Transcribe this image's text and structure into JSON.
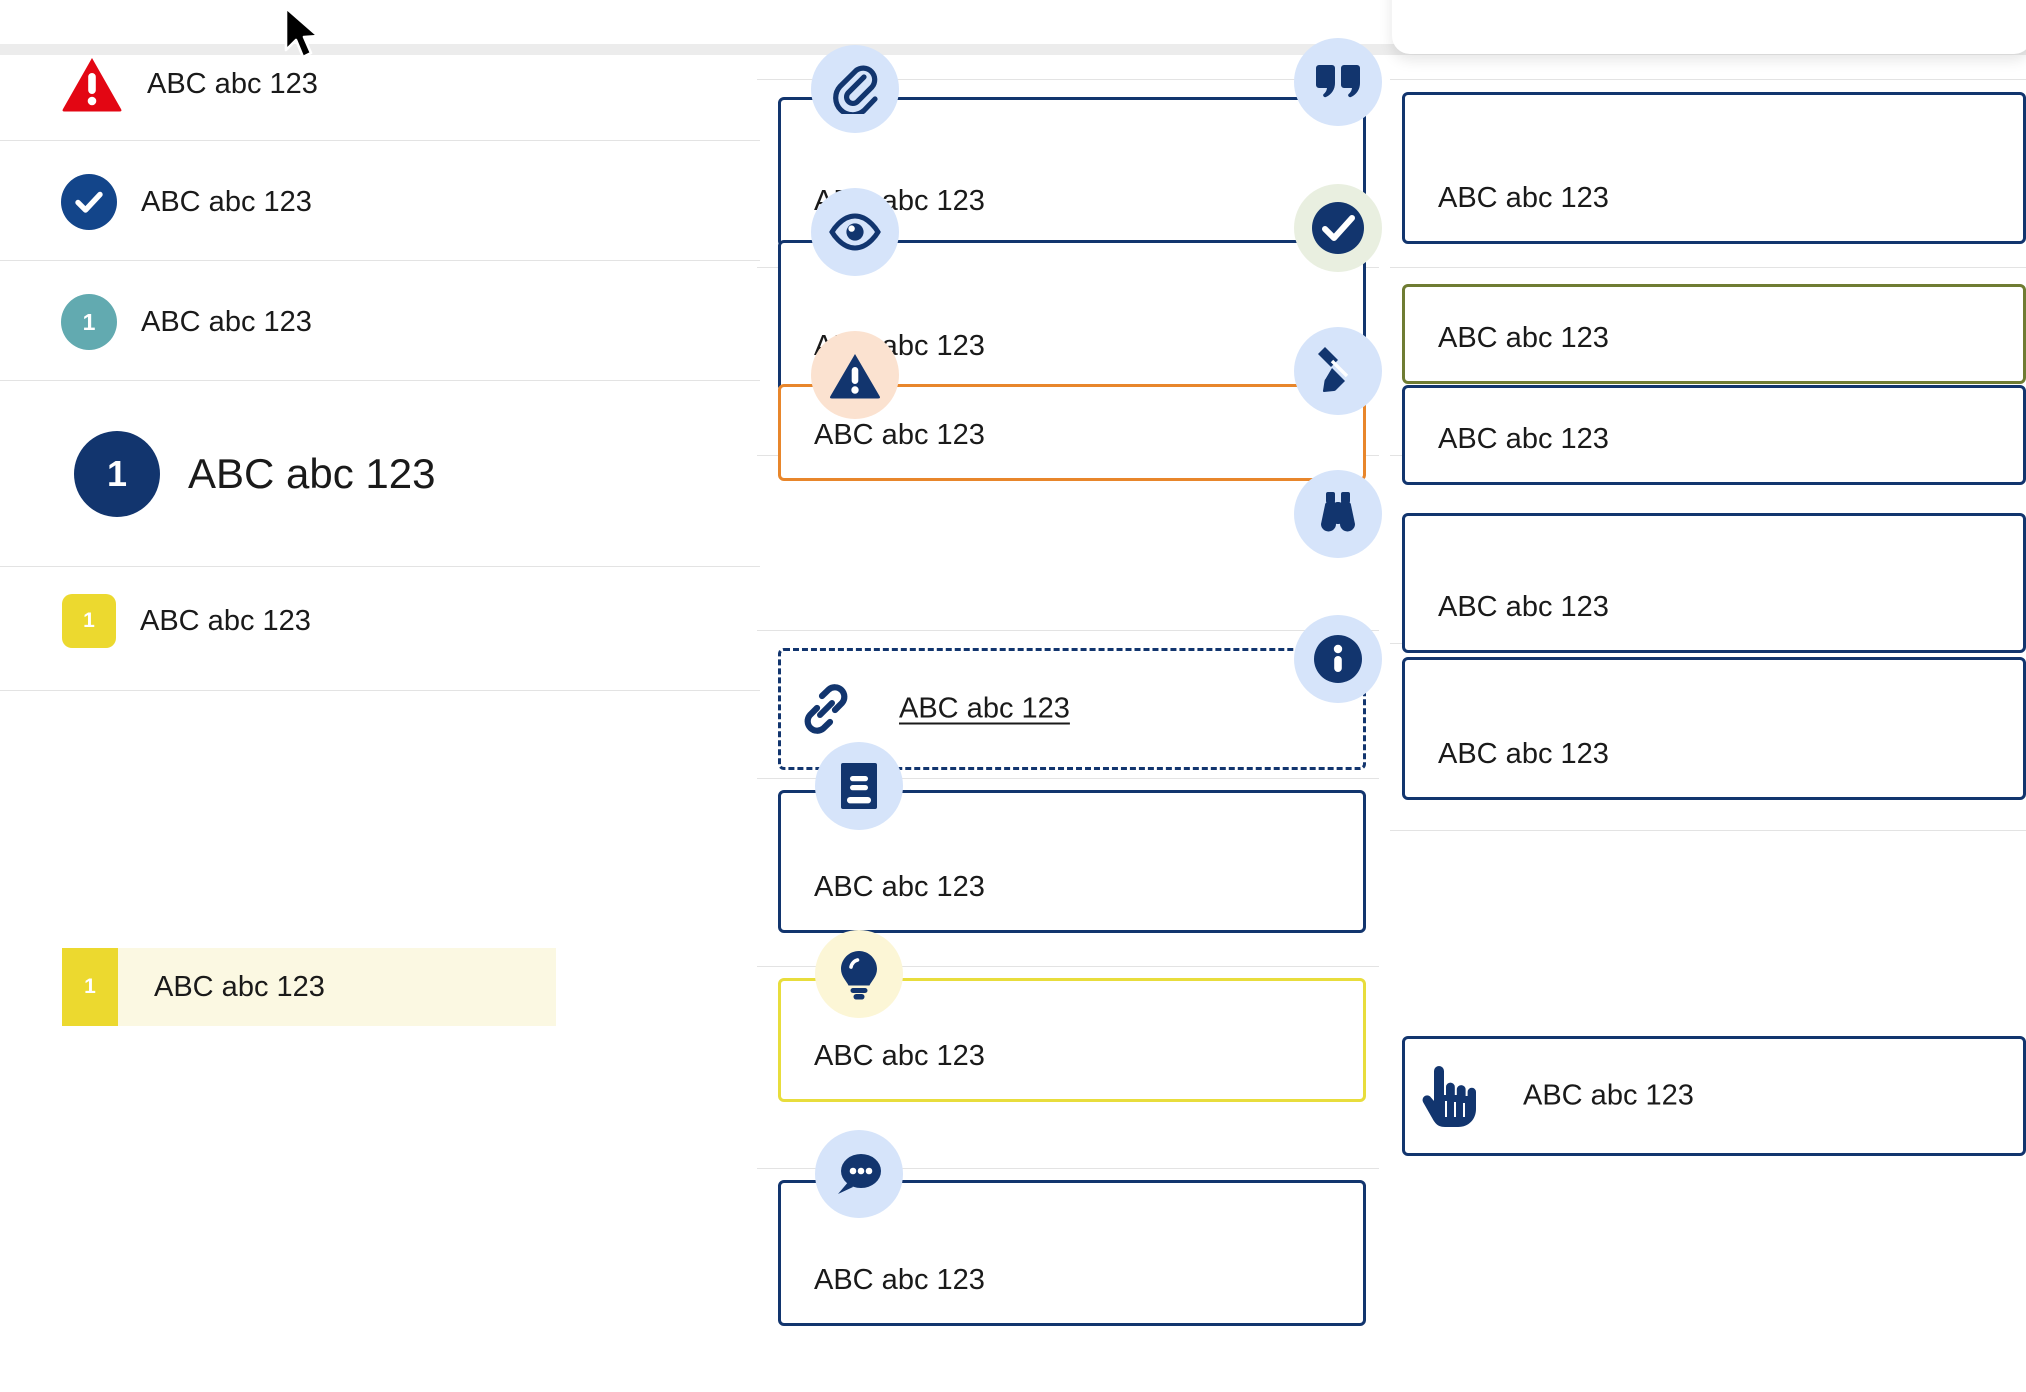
{
  "sample_text": "ABC abc 123",
  "left_list": {
    "items": [
      {
        "name": "error-row",
        "icon": "warning-triangle-icon",
        "badge_style": "triangle-red",
        "badge_value": "",
        "label": "ABC abc 123",
        "highlighted": false
      },
      {
        "name": "success-row",
        "icon": "check-circle-icon",
        "badge_style": "circle-navy-check",
        "badge_value": "",
        "label": "ABC abc 123",
        "highlighted": false
      },
      {
        "name": "step-teal-row",
        "icon": "number-badge-icon",
        "badge_style": "circle-teal",
        "badge_value": "1",
        "label": "ABC abc 123",
        "highlighted": false
      },
      {
        "name": "step-large-row",
        "icon": "number-badge-icon",
        "badge_style": "circle-navy-large",
        "badge_value": "1",
        "label": "ABC abc 123",
        "highlighted": false
      },
      {
        "name": "step-yellow-row",
        "icon": "number-badge-icon",
        "badge_style": "square-yellow",
        "badge_value": "1",
        "label": "ABC abc 123",
        "highlighted": false
      },
      {
        "name": "step-selected-row",
        "icon": "number-badge-icon",
        "badge_style": "square-yellow-flat",
        "badge_value": "1",
        "label": "ABC abc 123",
        "highlighted": true
      }
    ]
  },
  "middle_column": {
    "cards": [
      {
        "name": "attachment-card",
        "icon": "paperclip-icon",
        "icon_bg": "blue",
        "border": "navy",
        "label": "ABC abc 123",
        "style": "solid",
        "layout": "stacked"
      },
      {
        "name": "visibility-card",
        "icon": "eye-icon",
        "icon_bg": "blue",
        "border": "navy",
        "label": "ABC abc 123",
        "style": "solid",
        "layout": "stacked"
      },
      {
        "name": "warning-card",
        "icon": "warning-triangle-icon",
        "icon_bg": "peach",
        "border": "orange",
        "label": "ABC abc 123",
        "style": "solid",
        "layout": "stacked"
      },
      {
        "name": "link-card",
        "icon": "chain-link-icon",
        "icon_bg": "plain",
        "border": "navy",
        "label": "ABC abc 123",
        "style": "dashed",
        "layout": "inline"
      },
      {
        "name": "reference-card",
        "icon": "book-icon",
        "icon_bg": "blue",
        "border": "navy",
        "label": "ABC abc 123",
        "style": "solid",
        "layout": "stacked"
      },
      {
        "name": "tip-card",
        "icon": "lightbulb-icon",
        "icon_bg": "cream",
        "border": "yellow",
        "label": "ABC abc 123",
        "style": "solid",
        "layout": "stacked"
      },
      {
        "name": "comment-card",
        "icon": "speech-bubble-icon",
        "icon_bg": "blue",
        "border": "navy",
        "label": "ABC abc 123",
        "style": "solid",
        "layout": "stacked"
      }
    ]
  },
  "right_column": {
    "cards": [
      {
        "name": "quote-card",
        "icon": "quotation-mark-icon",
        "icon_bg": "blue",
        "border": "navy",
        "label": "ABC abc 123",
        "style": "solid",
        "layout": "stacked"
      },
      {
        "name": "approved-card",
        "icon": "check-circle-icon",
        "icon_bg": "mint",
        "border": "olive",
        "label": "ABC abc 123",
        "style": "solid",
        "layout": "stacked"
      },
      {
        "name": "edit-card",
        "icon": "pencil-icon",
        "icon_bg": "blue",
        "border": "navy",
        "label": "ABC abc 123",
        "style": "solid",
        "layout": "stacked"
      },
      {
        "name": "observe-card",
        "icon": "binoculars-icon",
        "icon_bg": "blue",
        "border": "navy",
        "label": "ABC abc 123",
        "style": "solid",
        "layout": "stacked"
      },
      {
        "name": "info-card",
        "icon": "info-circle-icon",
        "icon_bg": "blue",
        "border": "navy",
        "label": "ABC abc 123",
        "style": "solid",
        "layout": "stacked"
      },
      {
        "name": "action-card",
        "icon": "pointing-hand-icon",
        "icon_bg": "plain",
        "border": "navy",
        "label": "ABC abc 123",
        "style": "solid",
        "layout": "inline"
      }
    ]
  },
  "colors": {
    "navy": "#12356e",
    "red": "#e30613",
    "orange": "#e8862b",
    "yellow": "#e8dd3c",
    "yellow_badge": "#ecd92f",
    "olive": "#6f7c33",
    "teal": "#62aab0",
    "icon_bg_blue": "#d6e4fa",
    "icon_bg_peach": "#fbe2d0",
    "icon_bg_cream": "#fcf6d6",
    "icon_bg_mint": "#e9efe0",
    "highlight_bg": "#fbf8e2",
    "rule": "#e3e3e3"
  }
}
